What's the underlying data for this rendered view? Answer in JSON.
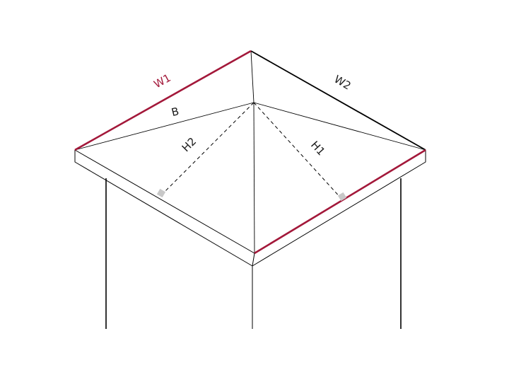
{
  "labels": {
    "w1": "W1",
    "w2": "W2",
    "b": "B",
    "h1": "H1",
    "h2": "H2"
  },
  "colors": {
    "highlight": "#a3183a",
    "line": "#000000",
    "label": "#1a1a1a",
    "right_angle_marker": "#c8c8c8"
  }
}
